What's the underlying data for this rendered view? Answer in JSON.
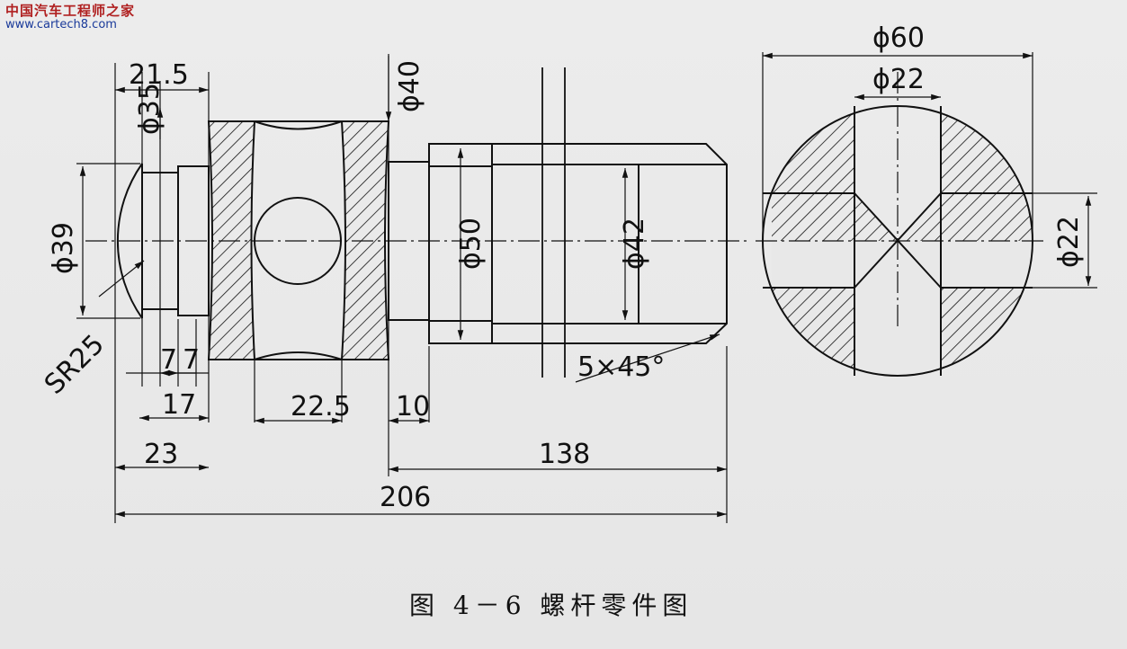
{
  "watermark": {
    "site_name": "中国汽车工程师之家",
    "url": "www.cartech8.com"
  },
  "caption": "图 4－6   螺杆零件图",
  "dimensions": {
    "d215": "21.5",
    "phi35": "ϕ35",
    "phi39": "ϕ39",
    "sr25": "SR25",
    "seven_a": "7",
    "seven_b": "7",
    "d17": "17",
    "d23": "23",
    "phi40": "ϕ40",
    "d225": "22.5",
    "d10": "10",
    "phi50": "ϕ50",
    "phi42": "ϕ42",
    "chamfer": "5×45°",
    "d138": "138",
    "d206": "206",
    "phi60": "ϕ60",
    "phi22_top": "ϕ22",
    "phi22_right": "ϕ22"
  },
  "colors": {
    "ink": "#111111",
    "watermark_cn": "#b02020",
    "watermark_url": "#1a3a9a"
  }
}
